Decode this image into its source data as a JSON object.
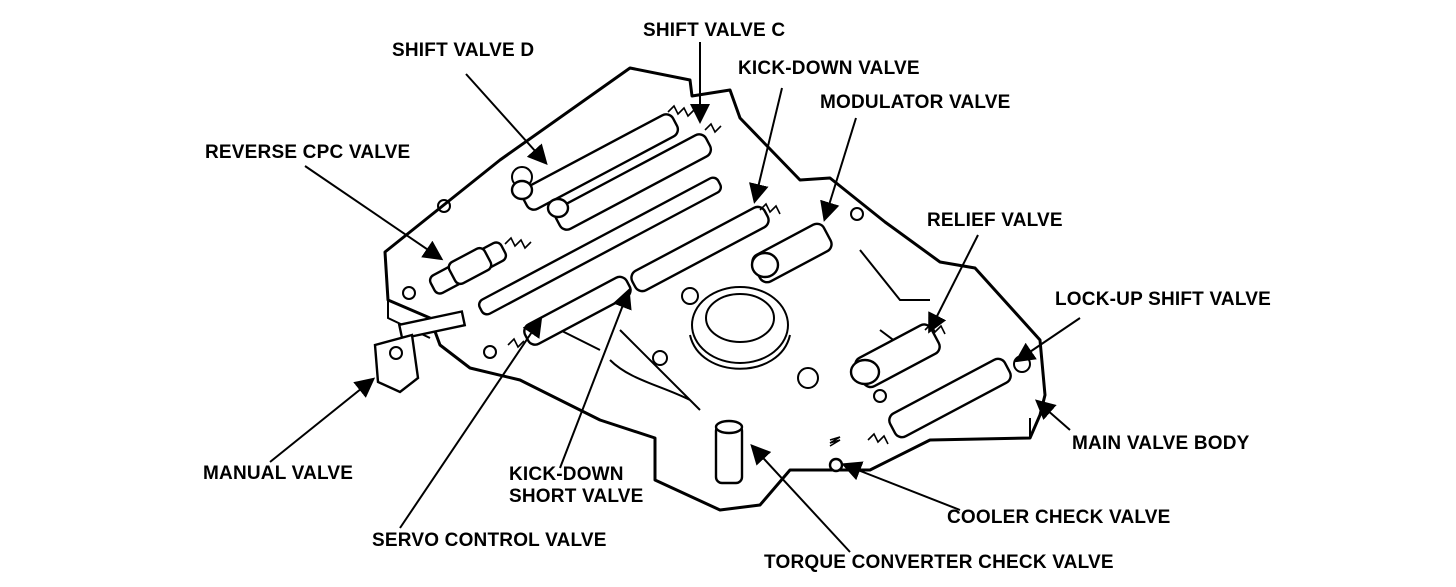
{
  "labels": {
    "shift_valve_d": "SHIFT VALVE D",
    "shift_valve_c": "SHIFT VALVE C",
    "kick_down_valve": "KICK-DOWN VALVE",
    "modulator_valve": "MODULATOR VALVE",
    "reverse_cpc_valve": "REVERSE CPC VALVE",
    "relief_valve": "RELIEF VALVE",
    "lock_up_shift_valve": "LOCK-UP SHIFT VALVE",
    "main_valve_body": "MAIN VALVE BODY",
    "manual_valve": "MANUAL VALVE",
    "kick_down_short_valve_line1": "KICK-DOWN",
    "kick_down_short_valve_line2": "SHORT VALVE",
    "cooler_check_valve": "COOLER CHECK VALVE",
    "servo_control_valve": "SERVO CONTROL VALVE",
    "torque_converter_check_valve": "TORQUE CONVERTER CHECK VALVE"
  }
}
